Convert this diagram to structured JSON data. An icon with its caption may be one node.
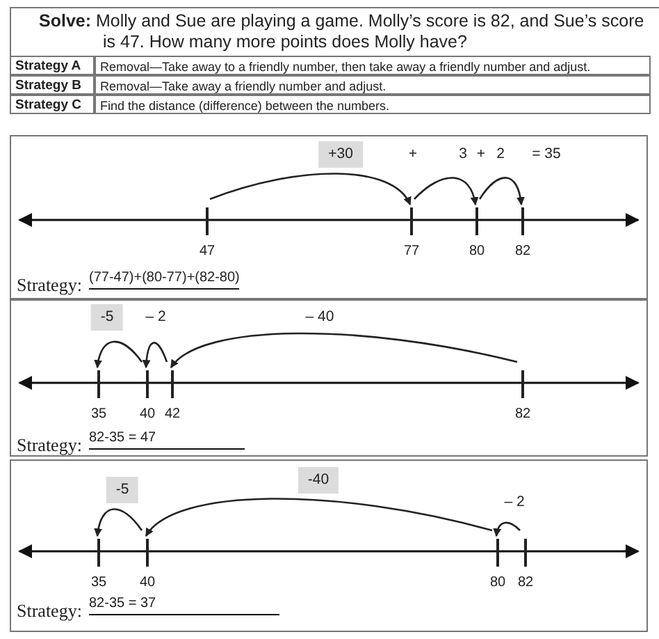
{
  "diagram": {
    "title": "**Solve:** Molly and Sue are playing a game. Molly’s score is 82, and Sue’s score is 47. How many more points does Molly have?",
    "nodes": [
      {
        "text": [
          "Strategy:",
          "(77-47)+(80-77)+(82-80)"
        ]
      },
      {
        "text": [
          "47"
        ],
        "in": 0
      },
      {
        "text": [
          "77"
        ],
        "in": 0
      },
      {
        "text": [
          "80"
        ],
        "in": 0
      },
      {
        "text": [
          "82"
        ],
        "in": 0
      },
      {
        "text": [
          "Strategy:",
          "82-35 = 47"
        ]
      },
      {
        "text": [
          "35"
        ],
        "in": 5
      },
      {
        "text": [
          "40"
        ],
        "in": 5
      },
      {
        "text": [
          "42"
        ],
        "in": 5
      },
      {
        "text": [
          "82"
        ],
        "in": 5
      },
      {
        "text": [
          "Strategy:",
          "82-35 = 37"
        ]
      },
      {
        "text": [
          "35"
        ],
        "in": 10
      },
      {
        "text": [
          "40"
        ],
        "in": 10
      },
      {
        "text": [
          "80"
        ],
        "in": 10
      },
      {
        "text": [
          "82"
        ],
        "in": 10
      }
    ],
    "edges": [
      {
        "from": 1,
        "to": 2,
        "arrow": "to",
        "label": "+30"
      },
      {
        "from": 2,
        "to": 3,
        "arrow": "to",
        "label": "3"
      },
      {
        "from": 3,
        "to": 4,
        "arrow": "to",
        "label": "2"
      },
      {
        "from": 9,
        "to": 8,
        "arrow": "to",
        "label": "– 40"
      },
      {
        "from": 8,
        "to": 7,
        "arrow": "to",
        "label": "– 2"
      },
      {
        "from": 7,
        "to": 6,
        "arrow": "to",
        "label": "-5"
      },
      {
        "from": 14,
        "to": 13,
        "arrow": "to",
        "label": "– 2"
      },
      {
        "from": 13,
        "to": 12,
        "arrow": "to",
        "label": "-40"
      },
      {
        "from": 12,
        "to": 11,
        "arrow": "to",
        "label": "-5"
      }
    ],
    "labels": [
      "Strategy A",
      "Removal—Take away to a friendly number, then take away a friendly number and adjust.",
      "Strategy B",
      "Removal—Take away a friendly number and adjust.",
      "Strategy C",
      "Find the distance (difference) between the numbers.",
      "+",
      "+",
      "= 35"
    ]
  }
}
